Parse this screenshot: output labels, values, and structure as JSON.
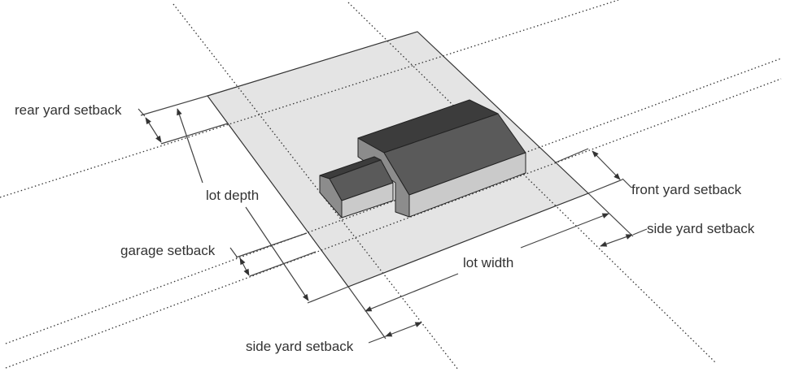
{
  "diagram": {
    "labels": {
      "rear_yard_setback": "rear yard setback",
      "lot_depth": "lot depth",
      "garage_setback": "garage setback",
      "side_yard_setback_bottom": "side yard setback",
      "lot_width": "lot width",
      "front_yard_setback": "front yard setback",
      "side_yard_setback_right": "side yard setback"
    },
    "colors": {
      "lot_fill": "#e4e4e4",
      "roof_top": "#3c3c3c",
      "roof_slope": "#5a5a5a",
      "wall_front": "#cacaca",
      "wall_side": "#8c8c8c"
    }
  }
}
